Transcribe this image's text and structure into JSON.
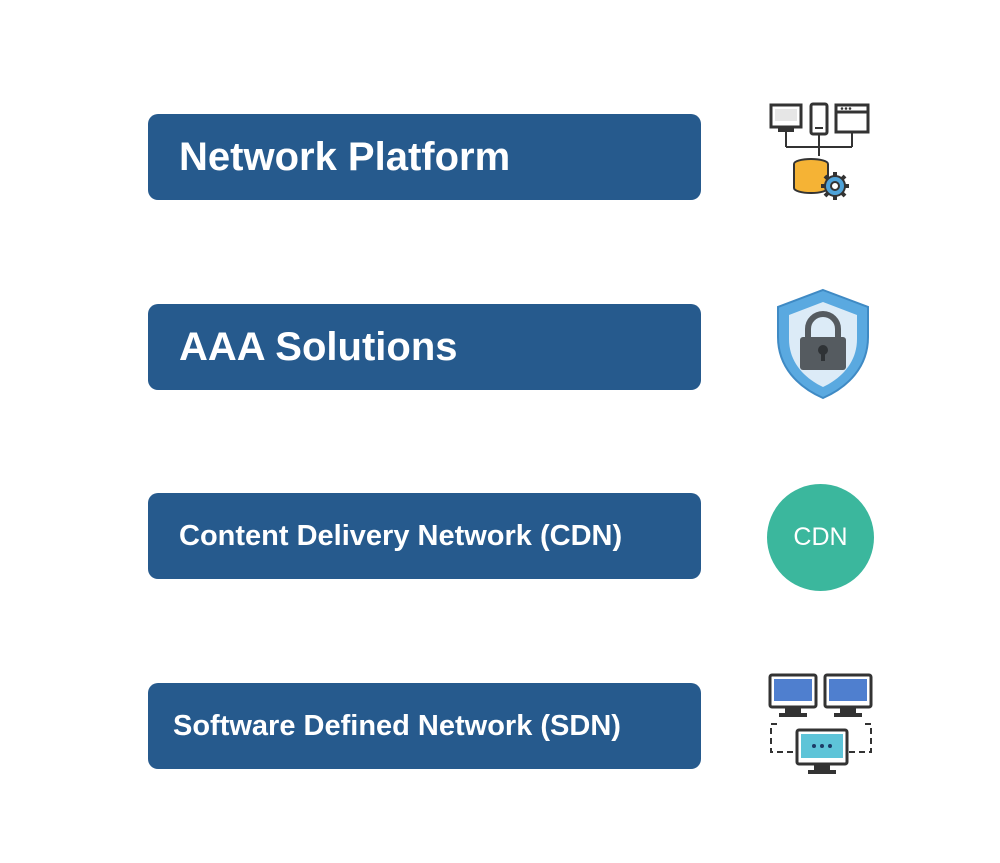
{
  "items": [
    {
      "label": "Network Platform",
      "icon": "network-platform-icon"
    },
    {
      "label": "AAA Solutions",
      "icon": "shield-lock-icon"
    },
    {
      "label": "Content Delivery Network (CDN)",
      "icon": "cdn-circle-icon",
      "icon_text": "CDN"
    },
    {
      "label": "Software Defined Network (SDN)",
      "icon": "sdn-network-icon"
    }
  ],
  "colors": {
    "bar": "#265a8d",
    "cdn_circle": "#3bb79d",
    "shield": "#6ab0e0"
  }
}
